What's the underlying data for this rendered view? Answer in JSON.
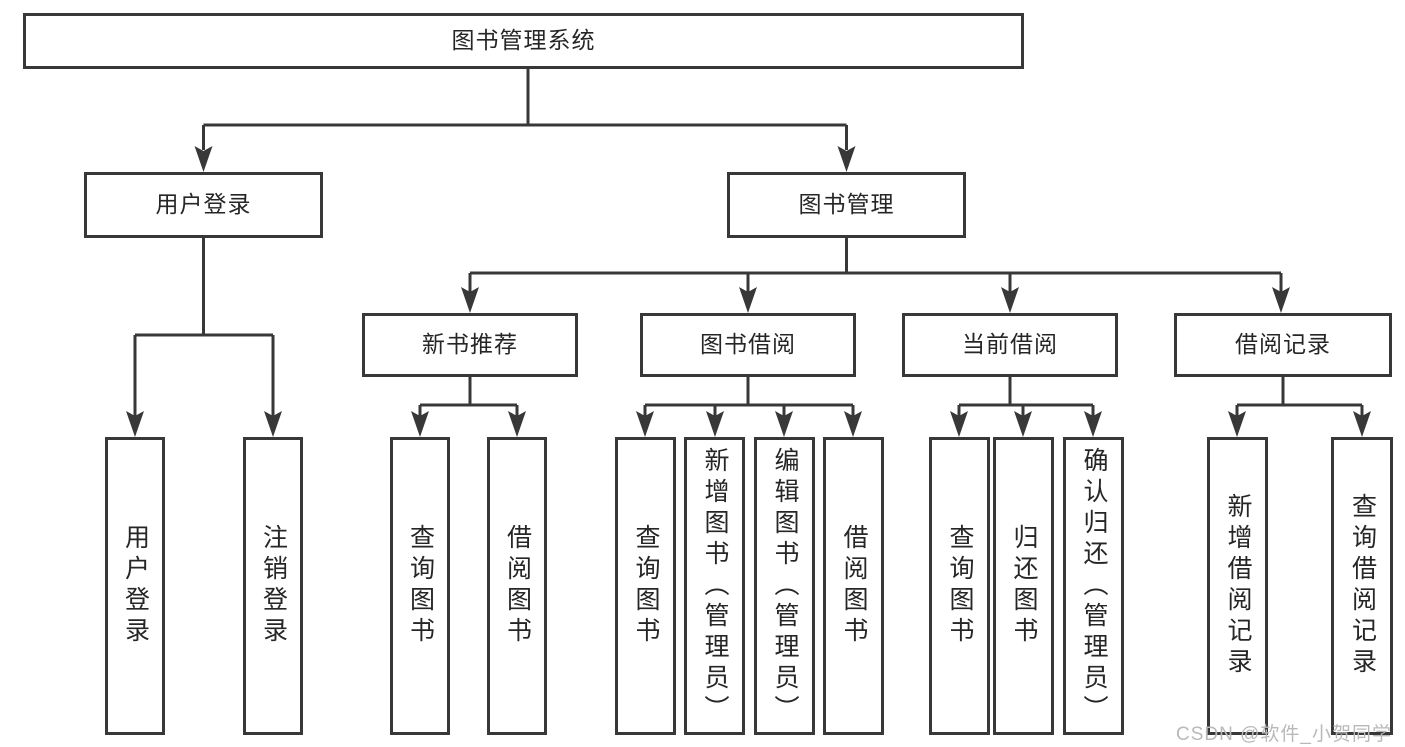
{
  "tree": {
    "label": "图书管理系统",
    "children": [
      {
        "label": "用户登录",
        "children": [
          {
            "label": "用户登录"
          },
          {
            "label": "注销登录"
          }
        ]
      },
      {
        "label": "图书管理",
        "children": [
          {
            "label": "新书推荐",
            "children": [
              {
                "label": "查询图书"
              },
              {
                "label": "借阅图书"
              }
            ]
          },
          {
            "label": "图书借阅",
            "children": [
              {
                "label": "查询图书"
              },
              {
                "label": "新增图书（管理员）"
              },
              {
                "label": "编辑图书（管理员）"
              },
              {
                "label": "借阅图书"
              }
            ]
          },
          {
            "label": "当前借阅",
            "children": [
              {
                "label": "查询图书"
              },
              {
                "label": "归还图书"
              },
              {
                "label": "确认归还（管理员）"
              }
            ]
          },
          {
            "label": "借阅记录",
            "children": [
              {
                "label": "新增借阅记录"
              },
              {
                "label": "查询借阅记录"
              }
            ]
          }
        ]
      }
    ]
  },
  "watermark": {
    "text": "CSDN @软件_小贺同学"
  },
  "colors": {
    "line": "#383838",
    "text": "#262626",
    "background": "#ffffff",
    "watermark": "#b9b9b9"
  }
}
